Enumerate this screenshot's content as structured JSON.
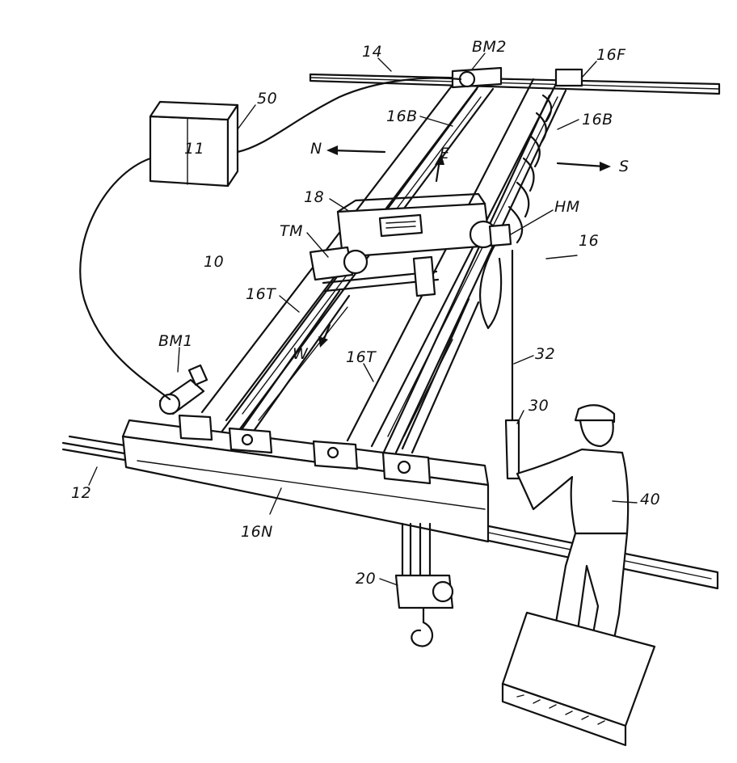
{
  "figure": {
    "labels": {
      "l14": "14",
      "lBM2": "BM2",
      "l16F": "16F",
      "l50": "50",
      "l16B_left": "16B",
      "l16B_right": "16B",
      "lN": "N",
      "lE": "E",
      "lS": "S",
      "l18": "18",
      "lHM": "HM",
      "lTM": "TM",
      "l10": "10",
      "l16": "16",
      "l16T_left": "16T",
      "lBM1": "BM1",
      "lW": "W",
      "l16T_right": "16T",
      "l32": "32",
      "l30": "30",
      "l12": "12",
      "l40": "40",
      "l16N": "16N",
      "l20": "20"
    },
    "control_box_mark": "11"
  }
}
